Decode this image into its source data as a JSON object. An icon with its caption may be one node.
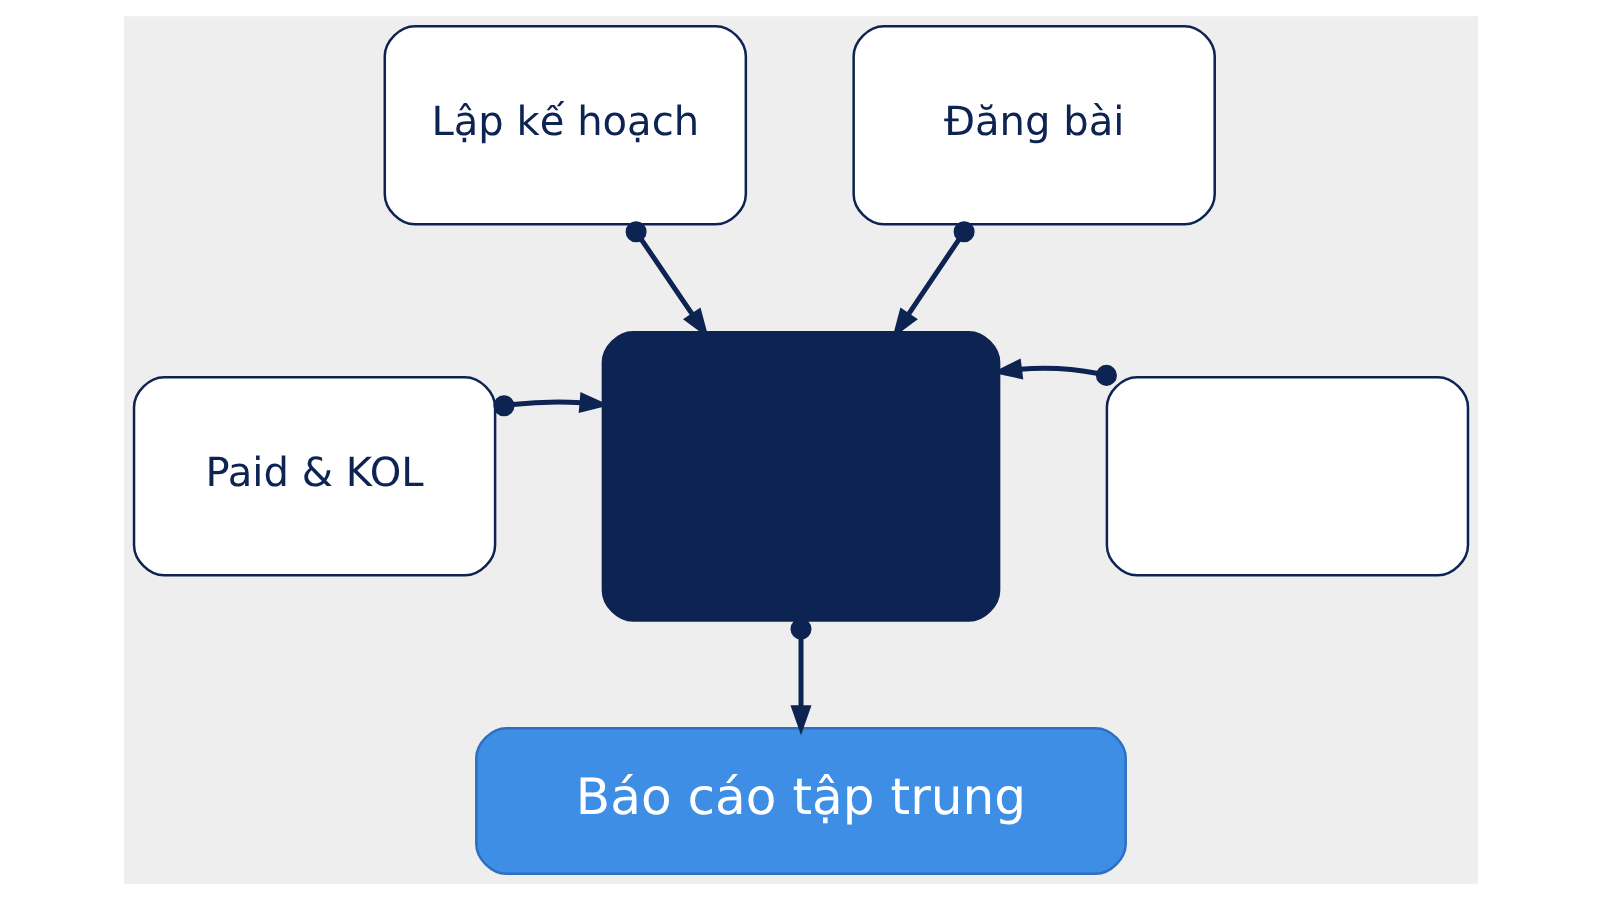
{
  "diagram": {
    "nodes": [
      {
        "text": [
          "Lập kế hoạch"
        ]
      },
      {
        "text": [
          "Đăng bài"
        ]
      },
      {
        "text": [
          "Paid & KOL"
        ]
      },
      {
        "text": [],
        "shape": "box"
      },
      {
        "text": [],
        "shape": "box"
      },
      {
        "text": [
          "Báo cáo tập trung"
        ]
      }
    ],
    "edges": [
      {
        "from": 0,
        "to": 3,
        "arrow": "to"
      },
      {
        "from": 1,
        "to": 3,
        "arrow": "to"
      },
      {
        "from": 2,
        "to": 3,
        "arrow": "to"
      },
      {
        "from": 4,
        "to": 3,
        "arrow": "to"
      },
      {
        "from": 3,
        "to": 5,
        "arrow": "to"
      }
    ]
  }
}
